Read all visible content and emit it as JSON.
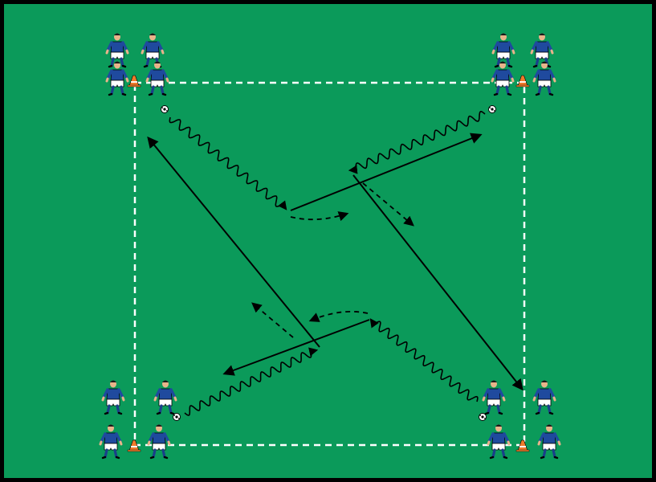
{
  "colors": {
    "frame": "#000000",
    "pitch": "#0b9a5a",
    "boundary": "#ffffff",
    "arrow": "#000000",
    "shirt": "#1f4a9e",
    "shorts": "#ffffff",
    "socks": "#1a3f8a",
    "skin": "#e8b48a",
    "hair": "#1a1a1a",
    "cone": "#f07a2a",
    "ball": "#ffffff"
  },
  "legend": {
    "solid_line": "pass",
    "wavy_line": "dribble",
    "dashed_line": "run"
  },
  "icons": [
    "player-icon",
    "cone-icon",
    "ball-icon"
  ]
}
